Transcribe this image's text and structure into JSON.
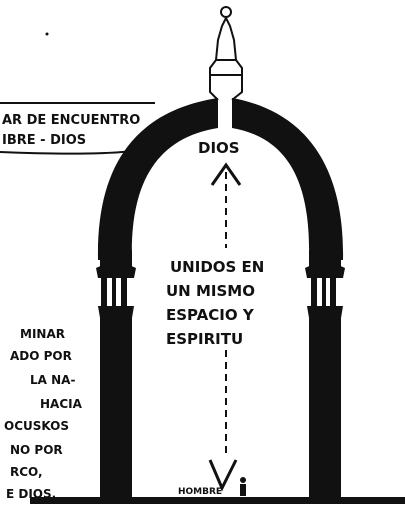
{
  "diagram": {
    "top_label": {
      "line1": "AR DE ENCUENTRO",
      "line2": "IBRE - DIOS"
    },
    "dios_label": "DIOS",
    "center_text": [
      "UNIDOS EN",
      "UN MISMO",
      "ESPACIO Y",
      "ESPIRITU"
    ],
    "hombre_label": "HOMBRE",
    "left_text": [
      "MINAR",
      "ADO POR",
      "LA NA-",
      "HACIA",
      "OCUSKOS",
      "NO POR",
      "RCO,",
      "E DIOS."
    ],
    "colors": {
      "ink": "#111111",
      "paper": "#ffffff"
    }
  }
}
